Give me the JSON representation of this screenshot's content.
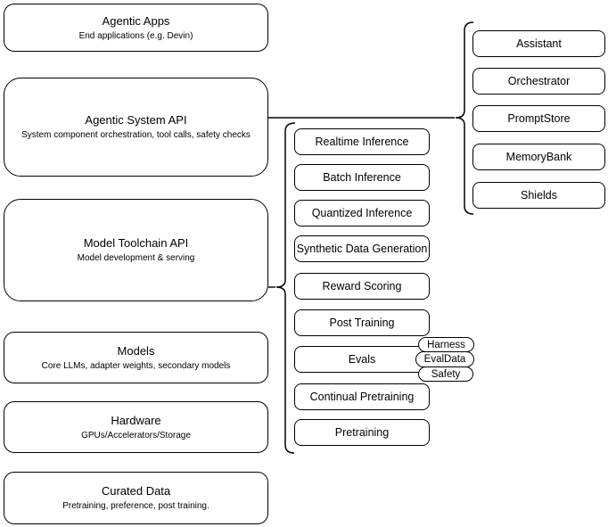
{
  "diagram": {
    "stack": [
      {
        "title": "Agentic Apps",
        "subtitle": "End applications (e.g. Devin)"
      },
      {
        "title": "Agentic System API",
        "subtitle": "System component orchestration, tool calls, safety checks"
      },
      {
        "title": "Model Toolchain API",
        "subtitle": "Model development & serving"
      },
      {
        "title": "Models",
        "subtitle": "Core LLMs, adapter weights, secondary models"
      },
      {
        "title": "Hardware",
        "subtitle": "GPUs/Accelerators/Storage"
      },
      {
        "title": "Curated Data",
        "subtitle": "Pretraining, preference, post training."
      }
    ],
    "toolchain_services": [
      "Realtime Inference",
      "Batch Inference",
      "Quantized Inference",
      "Synthetic Data Generation",
      "Reward Scoring",
      "Post Training",
      "Evals",
      "Continual Pretraining",
      "Pretraining"
    ],
    "evals_tags": [
      "Harness",
      "EvalData",
      "Safety"
    ],
    "system_services": [
      "Assistant",
      "Orchestrator",
      "PromptStore",
      "MemoryBank",
      "Shields"
    ],
    "colors": {
      "stroke": "#000000",
      "background": "#ffffff"
    }
  }
}
